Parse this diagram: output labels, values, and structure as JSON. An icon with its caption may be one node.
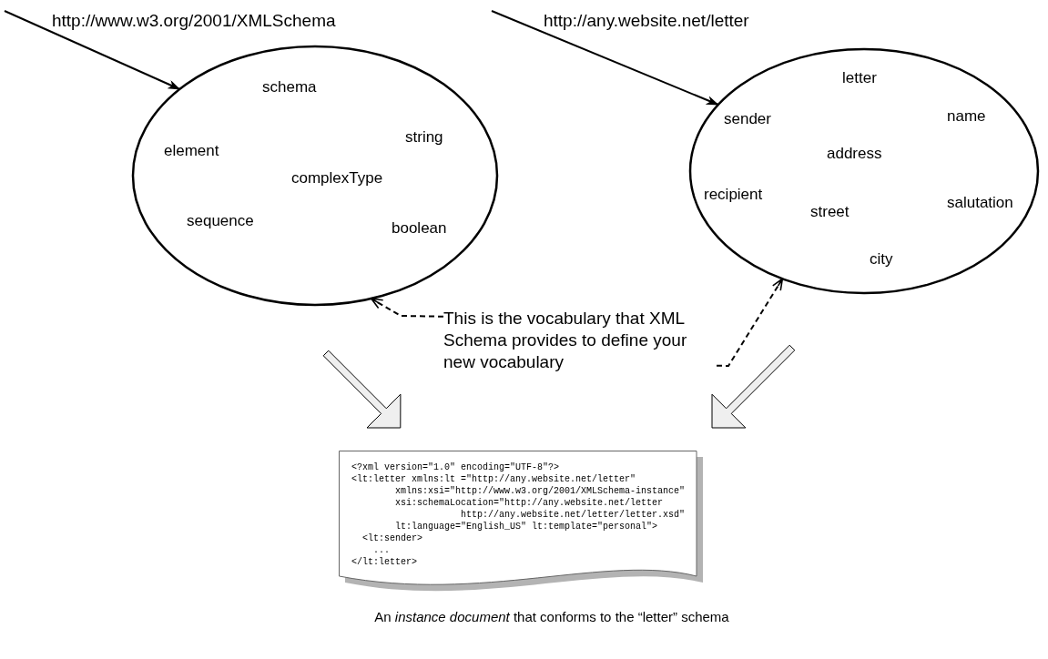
{
  "diagram": {
    "nodes": [
      {
        "text": [
          "http://www.w3.org/2001/XMLSchema",
          "schema",
          "string",
          "element",
          "complexType",
          "sequence",
          "boolean"
        ]
      },
      {
        "text": [
          "http://any.website.net/letter",
          "letter",
          "sender",
          "name",
          "address",
          "recipient",
          "salutation",
          "street",
          "city"
        ]
      },
      {
        "text": [
          "This is the vocabulary that XML Schema provides to define your new vocabulary"
        ]
      },
      {
        "text": [
          "<?xml version=\"1.0\" encoding=\"UTF-8\"?>",
          "<lt:letter xmlns:lt =\"http://any.website.net/letter\"",
          "xmlns:xsi=\"http://www.w3.org/2001/XMLSchema-instance\"",
          "xsi:schemaLocation=\"http://any.website.net/letter",
          "http://any.website.net/letter/letter.xsd\"",
          "lt:language=\"English_US\" lt:template=\"personal\">",
          "<lt:sender>",
          "...",
          "</lt:letter>"
        ],
        "beside": [
          "An *instance document* that conforms to the “letter” schema"
        ]
      }
    ],
    "edges": [
      {
        "from": null,
        "to": 0,
        "arrow": "to"
      },
      {
        "from": null,
        "to": 1,
        "arrow": "to"
      },
      {
        "from": 2,
        "to": 0,
        "arrow": "to",
        "style": "dashed"
      },
      {
        "from": 2,
        "to": 1,
        "arrow": "to",
        "style": "dashed"
      },
      {
        "from": 0,
        "to": 3,
        "arrow": "to",
        "style": "thick"
      },
      {
        "from": 1,
        "to": 3,
        "arrow": "to",
        "style": "thick"
      }
    ]
  }
}
